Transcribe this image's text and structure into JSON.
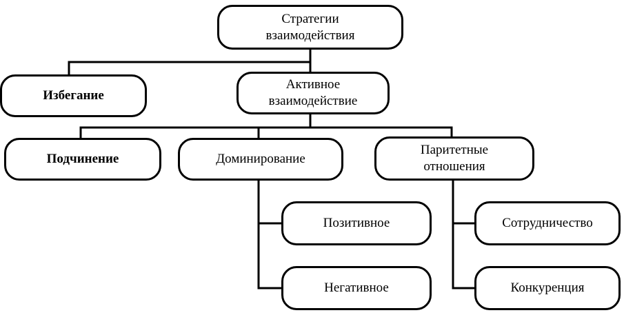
{
  "diagram": {
    "root": {
      "label": "Стратегии\nвзаимодействия"
    },
    "avoidance": {
      "label": "Избегание"
    },
    "active": {
      "label": "Активное\nвзаимодействие"
    },
    "submission": {
      "label": "Подчинение"
    },
    "domination": {
      "label": "Доминирование"
    },
    "parity": {
      "label": "Паритетные\nотношения"
    },
    "positive": {
      "label": "Позитивное"
    },
    "negative": {
      "label": "Негативное"
    },
    "cooperation": {
      "label": "Сотрудничество"
    },
    "competition": {
      "label": "Конкуренция"
    }
  },
  "style": {
    "line_color": "#000000",
    "box_border_color": "#000000",
    "background": "#ffffff"
  }
}
